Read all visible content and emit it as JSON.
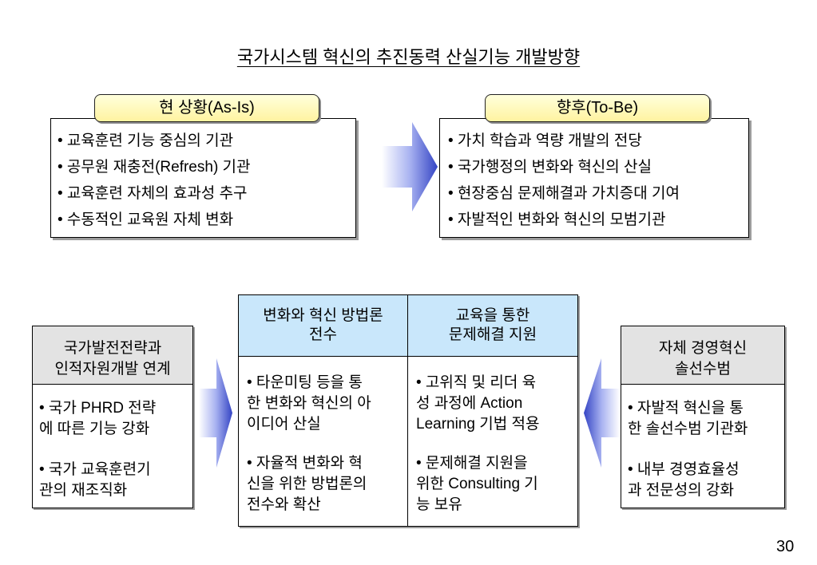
{
  "title": "국가시스템 혁신의 추진동력 산실기능 개발방향",
  "as_is": {
    "label": "현 상황(As-Is)",
    "items": [
      "• 교육훈련 기능 중심의 기관",
      "• 공무원 재충전(Refresh) 기관",
      "• 교육훈련 자체의 효과성 추구",
      "• 수동적인 교육원 자체 변화"
    ]
  },
  "to_be": {
    "label": "향후(To-Be)",
    "items": [
      "• 가치 학습과 역량 개발의 전당",
      "• 국가행정의 변화와 혁신의 산실",
      "• 현장중심 문제해결과 가치증대 기여",
      "• 자발적인 변화와 혁신의 모범기관"
    ]
  },
  "left_panel": {
    "header": "국가발전전략과\n인적자원개발 연계",
    "items": [
      "• 국가 PHRD 전략\n에 따른 기능 강화",
      "• 국가 교육훈련기\n관의 재조직화"
    ]
  },
  "center_table": {
    "columns": [
      {
        "header": "변화와 혁신 방법론\n전수",
        "items": [
          "• 타운미팅 등을 통\n한 변화와 혁신의 아\n이디어 산실",
          "• 자율적 변화와 혁\n신을 위한 방법론의\n전수와 확산"
        ]
      },
      {
        "header": "교육을 통한\n문제해결 지원",
        "items": [
          "• 고위직 및 리더 육\n성 과정에 Action\nLearning 기법 적용",
          "• 문제해결 지원을\n위한 Consulting 기\n능 보유"
        ]
      }
    ]
  },
  "right_panel": {
    "header": "자체 경영혁신\n솔선수범",
    "items": [
      "• 자발적 혁신을 통\n한 솔선수범 기관화",
      "• 내부 경영효율성\n과 전문성의 강화"
    ]
  },
  "page_number": "30",
  "icons": {
    "top_arrow": "arrow-right-icon",
    "left_arrow": "arrow-right-icon",
    "right_arrow": "arrow-left-icon"
  },
  "colors": {
    "label_fill_top": "#ffffdc",
    "label_fill_bottom": "#fff3a0",
    "table_header_fill": "#c9e7fb",
    "side_header_fill": "#e3e3e3",
    "arrow_blue": "#3444c4",
    "arrow_mid": "#a9b3f1",
    "arrow_light": "#ffffff",
    "border": "#000000",
    "text": "#000000"
  }
}
